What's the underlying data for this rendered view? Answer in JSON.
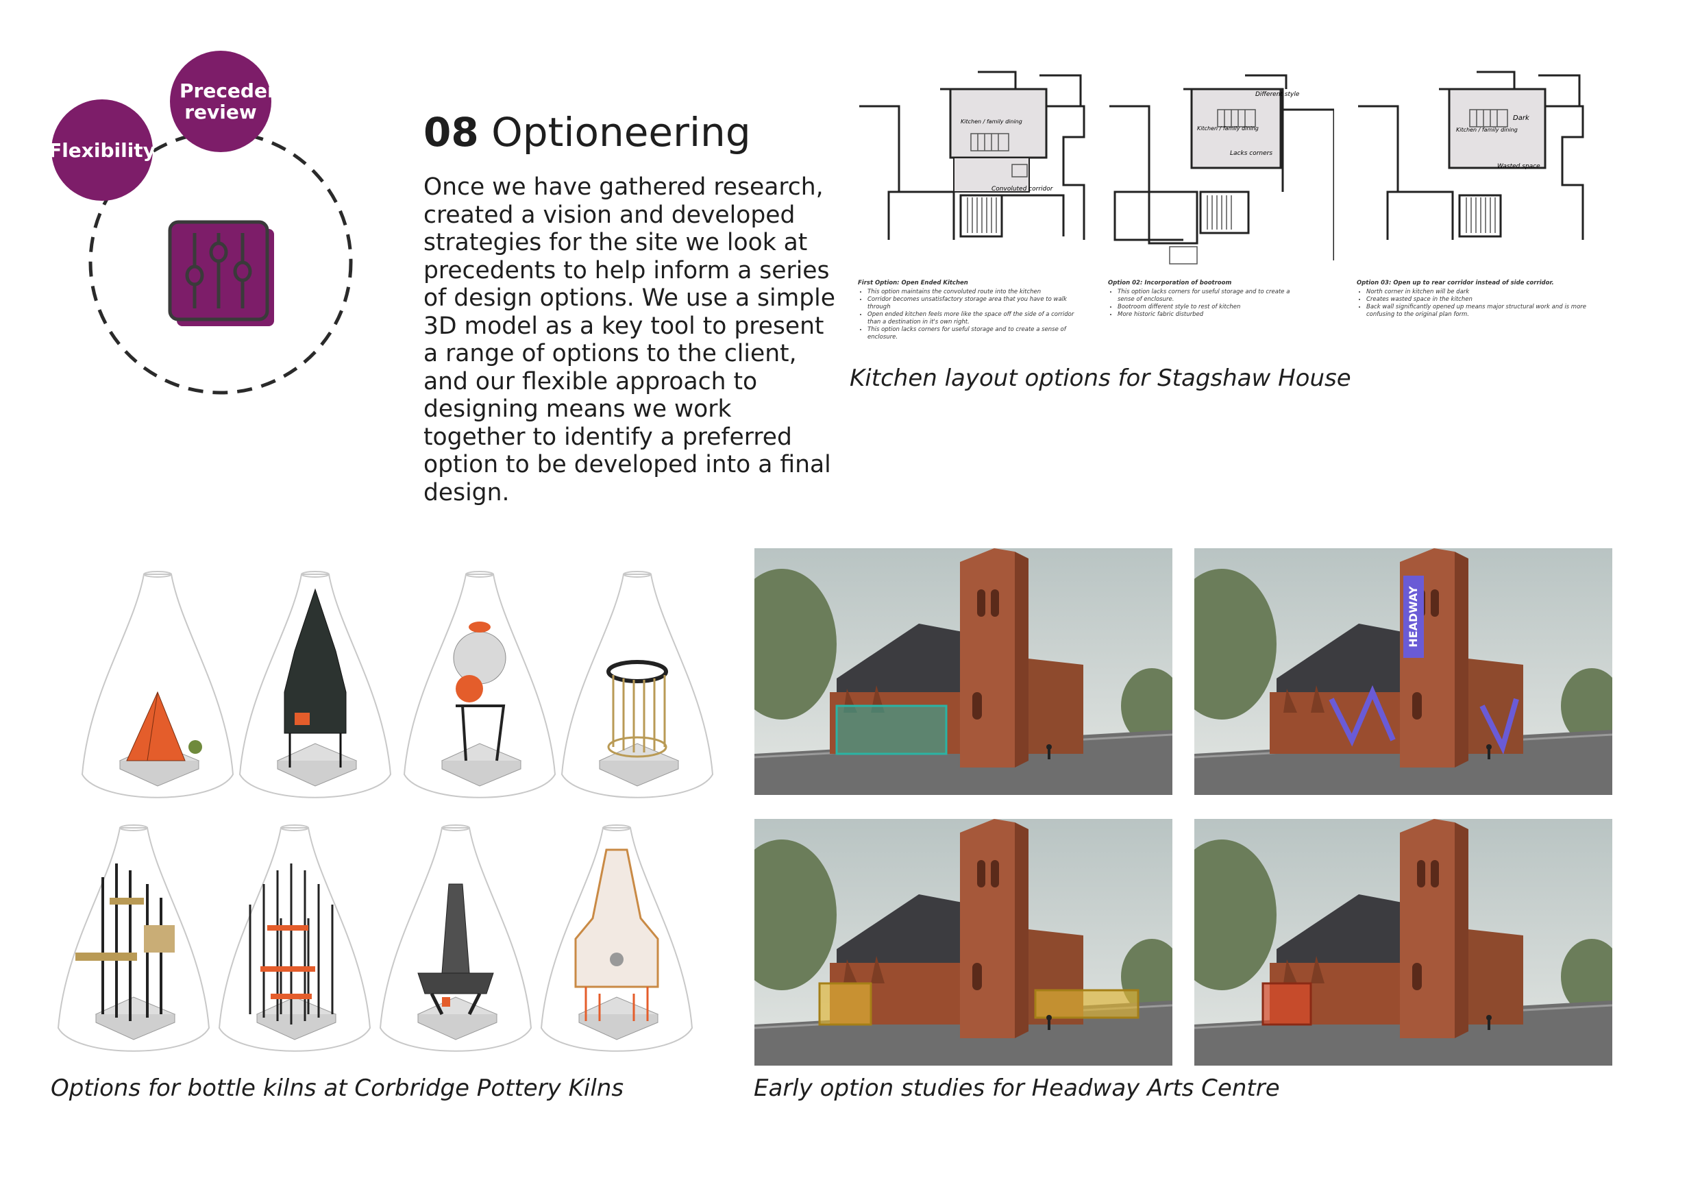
{
  "diagram": {
    "bubbles": [
      {
        "label": "Flexibility"
      },
      {
        "label": "Precedent review"
      }
    ],
    "accent_color": "#7d1d69",
    "icon": "sliders-icon"
  },
  "heading": {
    "number": "08",
    "title": "Optioneering"
  },
  "body": "Once we have gathered research, created a vision and developed strategies for the site we look at precedents to help inform a series of design options. We use a simple 3D model as a key tool to present a range of options to the client, and our flexible approach to designing means we work together to identify a preferred option to be developed into a final design.",
  "kitchen": {
    "caption": "Kitchen layout options for Stagshaw House",
    "plans": [
      {
        "labels": [
          "Kitchen / family dining",
          "Convoluted corridor"
        ],
        "note_title": "First Option: Open Ended Kitchen",
        "notes": [
          "This option maintains the convoluted route into the kitchen",
          "Corridor becomes unsatisfactory storage area that you have to walk through",
          "Open ended kitchen feels more like the space off the side of a corridor than a destination in it's own right.",
          "This option lacks corners for useful storage and to create a sense of enclosure."
        ]
      },
      {
        "labels": [
          "Kitchen / family dining",
          "Lacks corners",
          "Different style"
        ],
        "note_title": "Option 02: Incorporation of bootroom",
        "notes": [
          "This option lacks corners for useful storage and to create a sense of enclosure.",
          "Bootroom different style to rest of kitchen",
          "More historic fabric disturbed"
        ]
      },
      {
        "labels": [
          "Kitchen / family dining",
          "Dark",
          "Wasted space"
        ],
        "note_title": "Option 03: Open up to rear corridor instead of side corridor.",
        "notes": [
          "North corner in kitchen will be dark",
          "Creates wasted space in the kitchen",
          "Back wall significantly opened up means major structural work and is more confusing to the original plan form."
        ]
      }
    ]
  },
  "kilns": {
    "caption": "Options for bottle kilns at Corbridge Pottery Kilns",
    "count": 8
  },
  "headway": {
    "caption": "Early option studies for Headway Arts Centre",
    "sign_text": "HEADWAY",
    "count": 4
  }
}
